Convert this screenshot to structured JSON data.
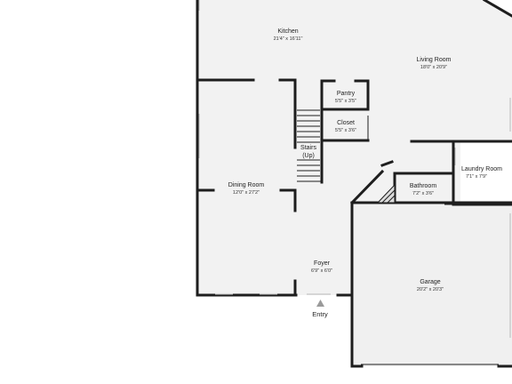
{
  "floorplan": {
    "rooms": [
      {
        "id": "kitchen",
        "name": "Kitchen",
        "dim": "21'4\" x 16'11\""
      },
      {
        "id": "living",
        "name": "Living Room",
        "dim": "18'0\" x 20'9\""
      },
      {
        "id": "pantry",
        "name": "Pantry",
        "dim": "5'5\" x 3'5\""
      },
      {
        "id": "closet",
        "name": "Closet",
        "dim": "5'5\" x 3'6\""
      },
      {
        "id": "stairs",
        "name_l1": "Stairs",
        "name_l2": "(Up)"
      },
      {
        "id": "dining",
        "name": "Dining Room",
        "dim": "12'0\" x 27'2\""
      },
      {
        "id": "laundry",
        "name": "Laundry Room",
        "dim": "7'1\" x 7'9\""
      },
      {
        "id": "bathroom",
        "name": "Bathroom",
        "dim": "7'2\" x 3'6\""
      },
      {
        "id": "foyer",
        "name": "Foyer",
        "dim": "6'9\" x 6'0\""
      },
      {
        "id": "garage",
        "name": "Garage",
        "dim": "20'2\" x 20'3\""
      }
    ],
    "entry_label": "Entry",
    "colors": {
      "wall": "#1e1e1e",
      "floor": "#f2f2f2",
      "background": "#ffffff"
    }
  }
}
